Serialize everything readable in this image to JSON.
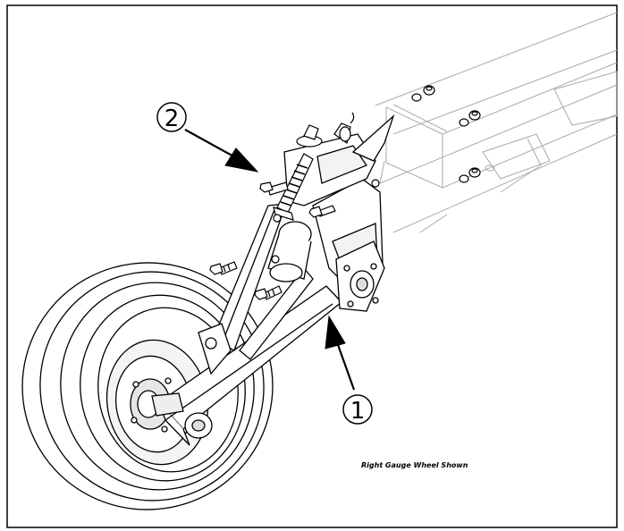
{
  "callouts": [
    {
      "number": "1"
    },
    {
      "number": "2"
    }
  ],
  "caption": "Right Gauge Wheel Shown",
  "colors": {
    "line": "#000000",
    "background": "#ffffff",
    "ghost": "#c8c8c8",
    "shade": "#e6e6e6"
  },
  "icons": [
    "gauge-wheel-assembly",
    "arrow-icon",
    "hex-nut-icon",
    "bolt-icon"
  ]
}
